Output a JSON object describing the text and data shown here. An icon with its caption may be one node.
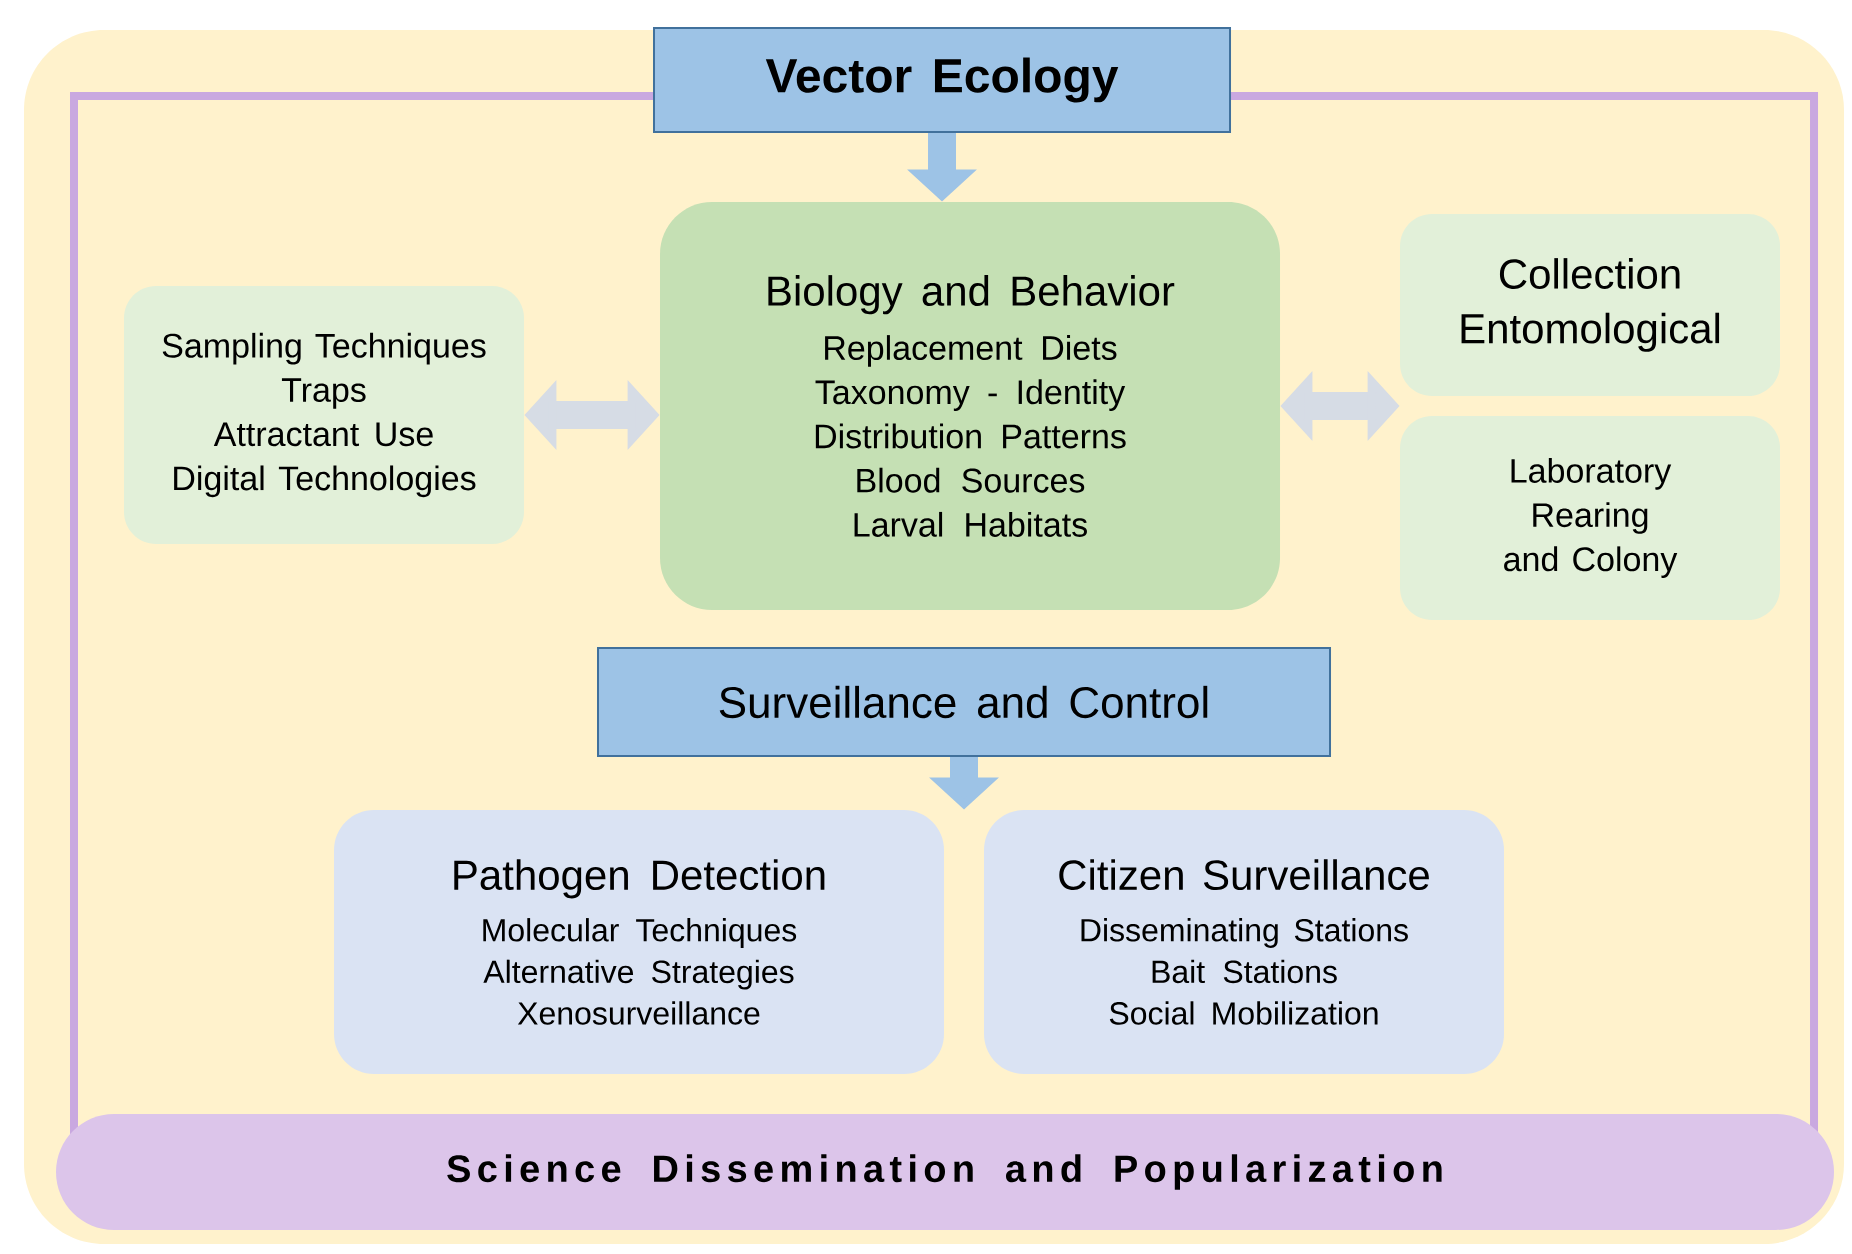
{
  "diagram": {
    "nodes": [
      {
        "text": [
          "Vector Ecology"
        ]
      },
      {
        "text": [
          "Sampling Techniques",
          "Traps",
          "Attractant Use",
          "Digital Technologies"
        ]
      },
      {
        "text": [
          "Biology and Behavior",
          "Replacement Diets",
          "Taxonomy - Identity",
          "Distribution Patterns",
          "Blood Sources",
          "Larval Habitats"
        ]
      },
      {
        "text": [
          "Collection Entomological"
        ]
      },
      {
        "text": [
          "Laboratory Rearing and Colony"
        ]
      },
      {
        "text": [
          "Surveillance and Control"
        ]
      },
      {
        "text": [
          "Pathogen Detection",
          "Molecular Techniques",
          "Alternative Strategies",
          "Xenosurveillance"
        ]
      },
      {
        "text": [
          "Citizen Surveillance",
          "Disseminating Stations",
          "Bait Stations",
          "Social Mobilization"
        ]
      },
      {
        "text": [
          "Science Dissemination and Popularization"
        ]
      }
    ],
    "edges": [
      {
        "from": 0,
        "to": 2,
        "arrow": "to"
      },
      {
        "from": 1,
        "to": 2,
        "arrow": "both",
        "color": "#d6dce5"
      },
      {
        "from": 2,
        "to": 3,
        "arrow": "both",
        "color": "#d6dce5"
      },
      {
        "from": 2,
        "to": 4,
        "arrow": "both",
        "color": "#d6dce5"
      },
      {
        "from": 5,
        "to": 6,
        "arrow": "to"
      },
      {
        "from": 5,
        "to": 7,
        "arrow": "to"
      }
    ]
  }
}
